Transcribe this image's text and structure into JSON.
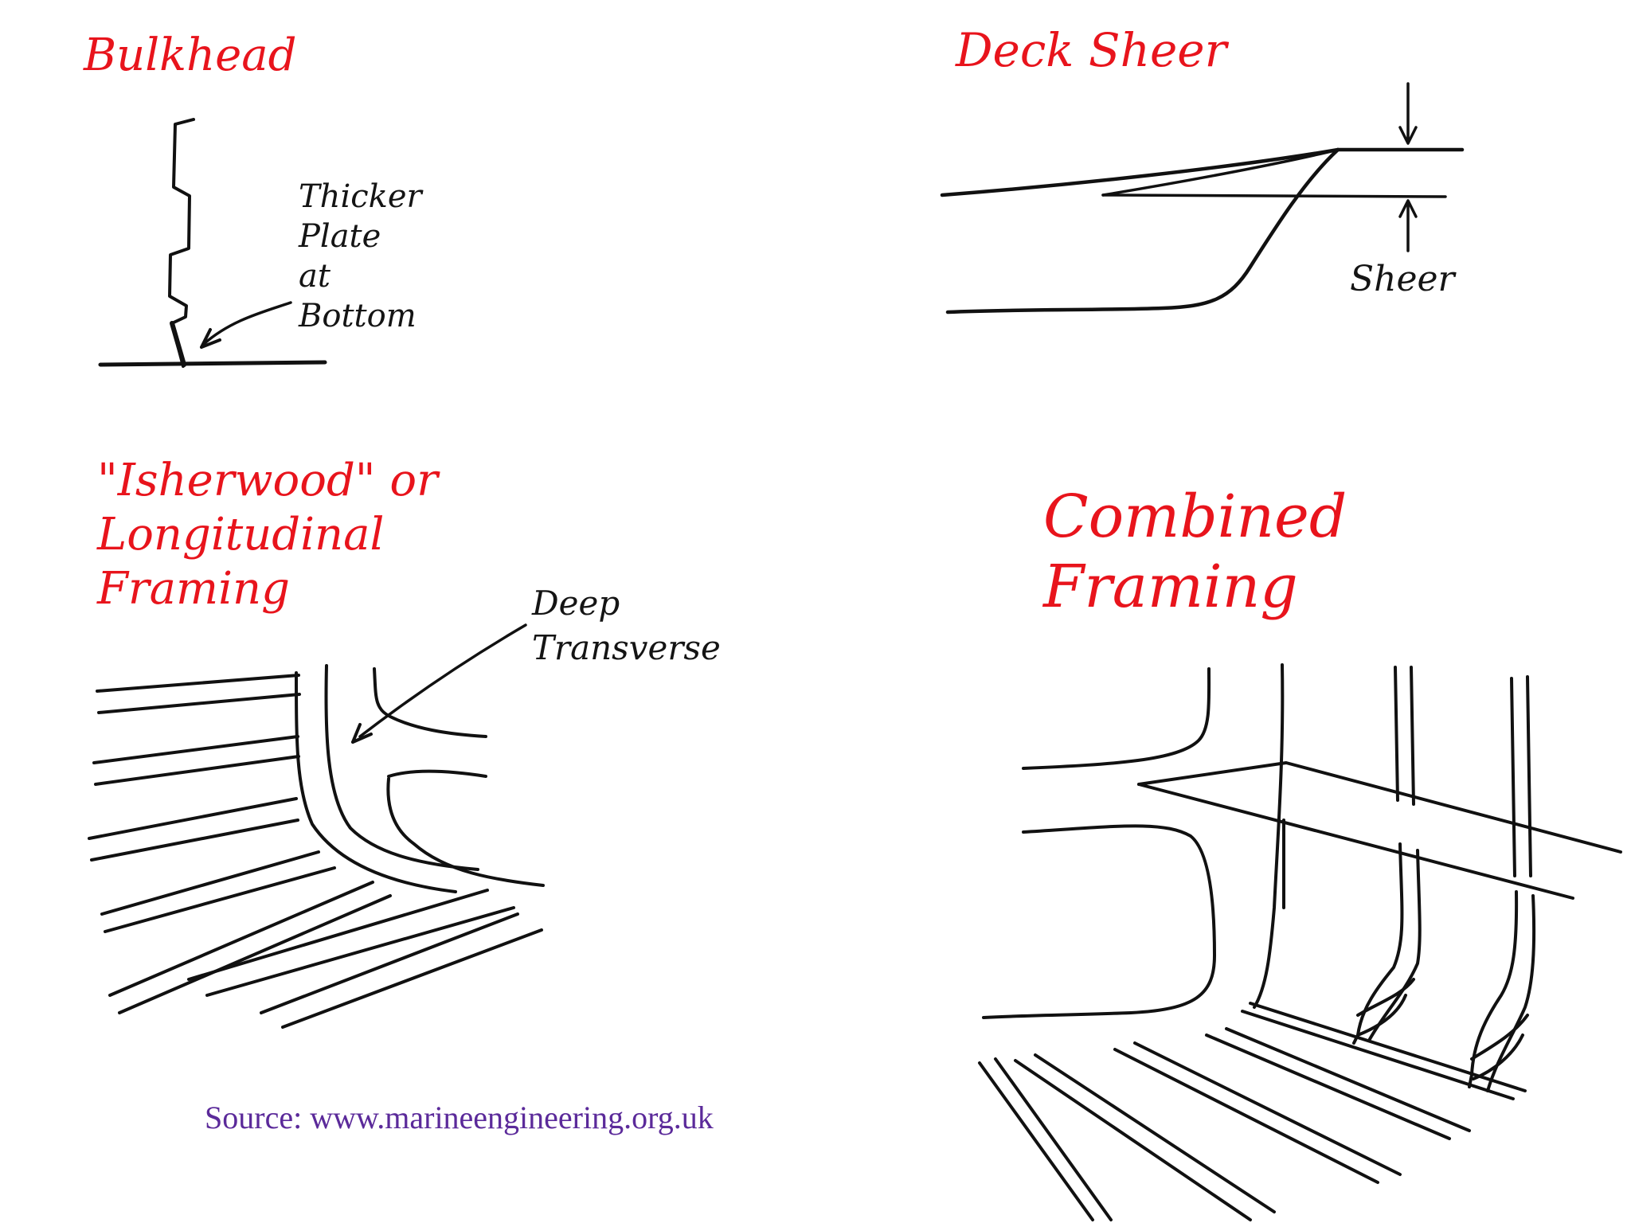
{
  "panels": {
    "bulkhead": {
      "title": "Bulkhead",
      "annotation": "Thicker\nPlate\nat\nBottom"
    },
    "deck_sheer": {
      "title": "Deck Sheer",
      "annotation": "Sheer"
    },
    "longitudinal": {
      "title": "\"Isherwood\" or\nLongitudinal\nFraming",
      "annotation": "Deep\nTransverse"
    },
    "combined": {
      "title": "Combined\nFraming"
    }
  },
  "source": "Source: www.marineengineering.org.uk",
  "colors": {
    "title": "#e8141c",
    "ink": "#111111",
    "source": "#5b2a9a",
    "background": "#ffffff"
  }
}
